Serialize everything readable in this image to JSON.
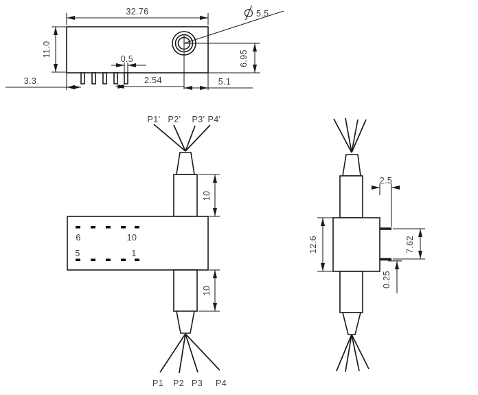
{
  "colors": {
    "line": "#1a1a1a",
    "text": "#3d3d3d",
    "background": "#ffffff"
  },
  "front_view": {
    "dims": {
      "body_length": "32.76",
      "body_height": "11.0",
      "pin_edge_offset": "3.3",
      "pin_width": "0.5",
      "pin_pitch": "2.54",
      "collimator_to_edge": "5.1",
      "collimator_height": "6.95",
      "collimator_diameter": "5.5"
    }
  },
  "top_view": {
    "port_labels_top": [
      "P1'",
      "P2'",
      "P3'",
      "P4'"
    ],
    "port_labels_bottom": [
      "P1",
      "P2",
      "P3",
      "P4"
    ],
    "pin_labels": {
      "top_left": "6",
      "top_right": "10",
      "bottom_left": "5",
      "bottom_right": "1"
    },
    "dims": {
      "fiber_tube_top": "10",
      "fiber_tube_bottom": "10"
    }
  },
  "side_view": {
    "dims": {
      "pin_length": "2.5",
      "body_depth": "12.6",
      "pin_row_spacing": "7.62",
      "pin_thickness": "0.25"
    }
  }
}
